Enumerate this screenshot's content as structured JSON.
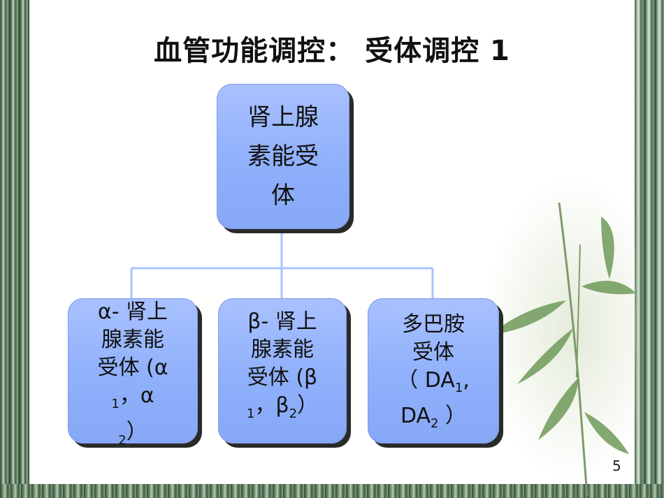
{
  "title": "血管功能调控：  受体调控 1",
  "page_number": "5",
  "colors": {
    "node_fill": "#94b3fb",
    "connector": "#a8c4ff",
    "shadow": "#2a2a2a"
  },
  "root": {
    "line1": "肾上腺",
    "line2": "素能受",
    "line3": "体"
  },
  "alpha": {
    "line1": "α- 肾上",
    "line2": "腺素能",
    "line3": "受体 (α",
    "sub1": "1",
    "comma": "，α",
    "sub2": "2",
    "close": "）"
  },
  "beta": {
    "line1": "β- 肾上",
    "line2": "腺素能",
    "line3": "受体 (β",
    "sub1": "1",
    "comma": "，β",
    "sub2": "2",
    "close": "）"
  },
  "dopamine": {
    "line1": "多巴胺",
    "line2": "受体",
    "open": "（ DA",
    "sub1": "1",
    "comma": ",",
    "da2": "DA",
    "sub2": "2",
    "close": " ）"
  }
}
